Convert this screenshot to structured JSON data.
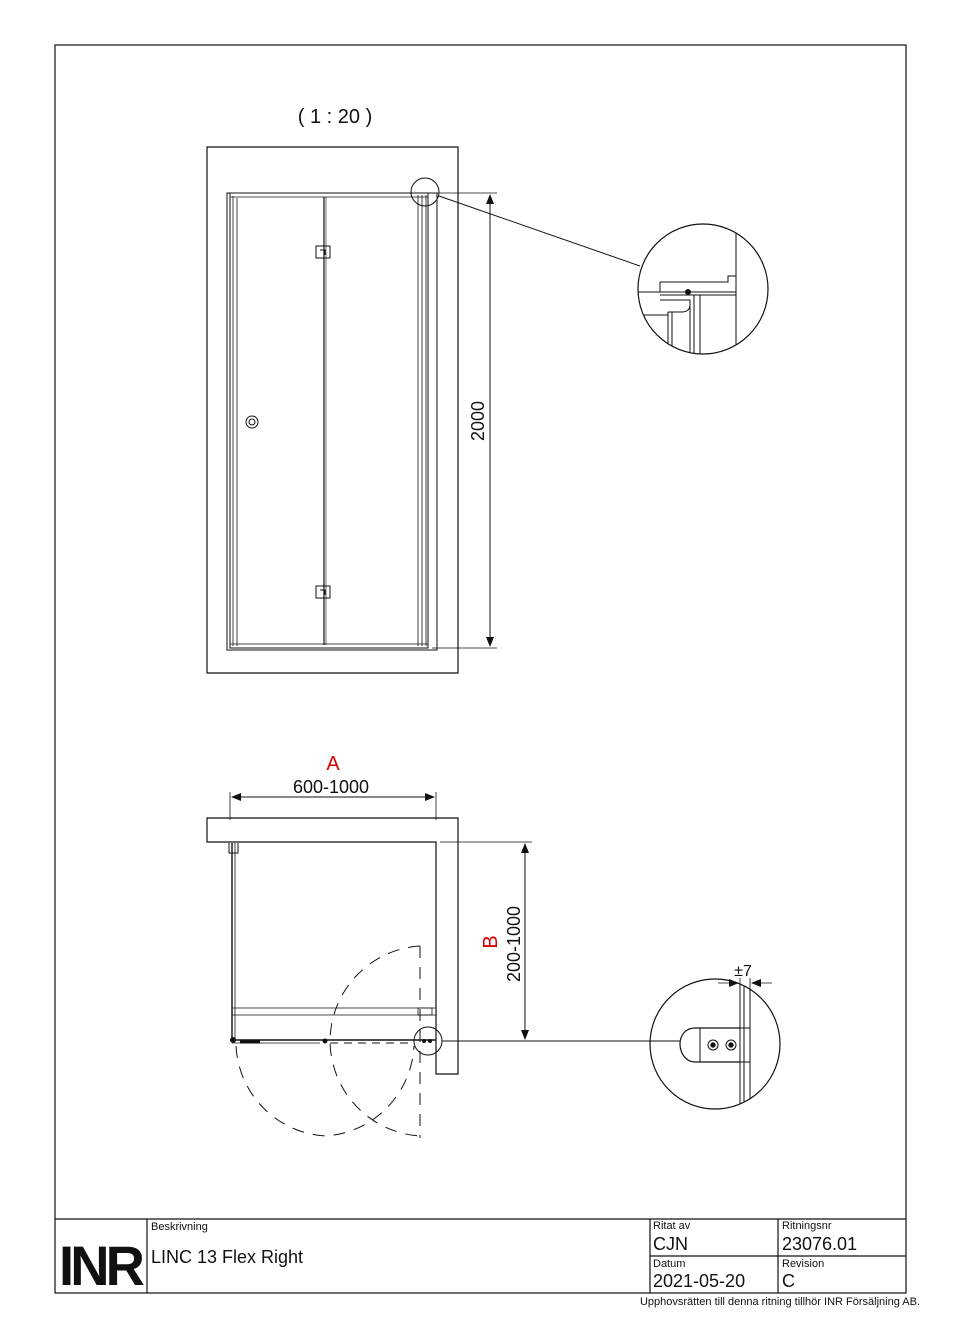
{
  "drawing": {
    "scale": "( 1 : 20 )",
    "front_view": {
      "height_dim": "2000"
    },
    "plan_view": {
      "label_a": "A",
      "range_a": "600-1000",
      "label_b": "B",
      "range_b": "200-1000",
      "tolerance": "±7"
    }
  },
  "title_block": {
    "logo": "INR",
    "description_label": "Beskrivning",
    "description": "LINC 13 Flex Right",
    "drawn_by_label": "Ritat av",
    "drawn_by": "CJN",
    "drawing_no_label": "Ritningsnr",
    "drawing_no": "23076.01",
    "date_label": "Datum",
    "date": "2021-05-20",
    "revision_label": "Revision",
    "revision": "C"
  },
  "copyright": "Upphovsrätten till denna ritning tillhör INR Försäljning AB.",
  "colors": {
    "line": "#111111",
    "accent": "#d40000"
  }
}
